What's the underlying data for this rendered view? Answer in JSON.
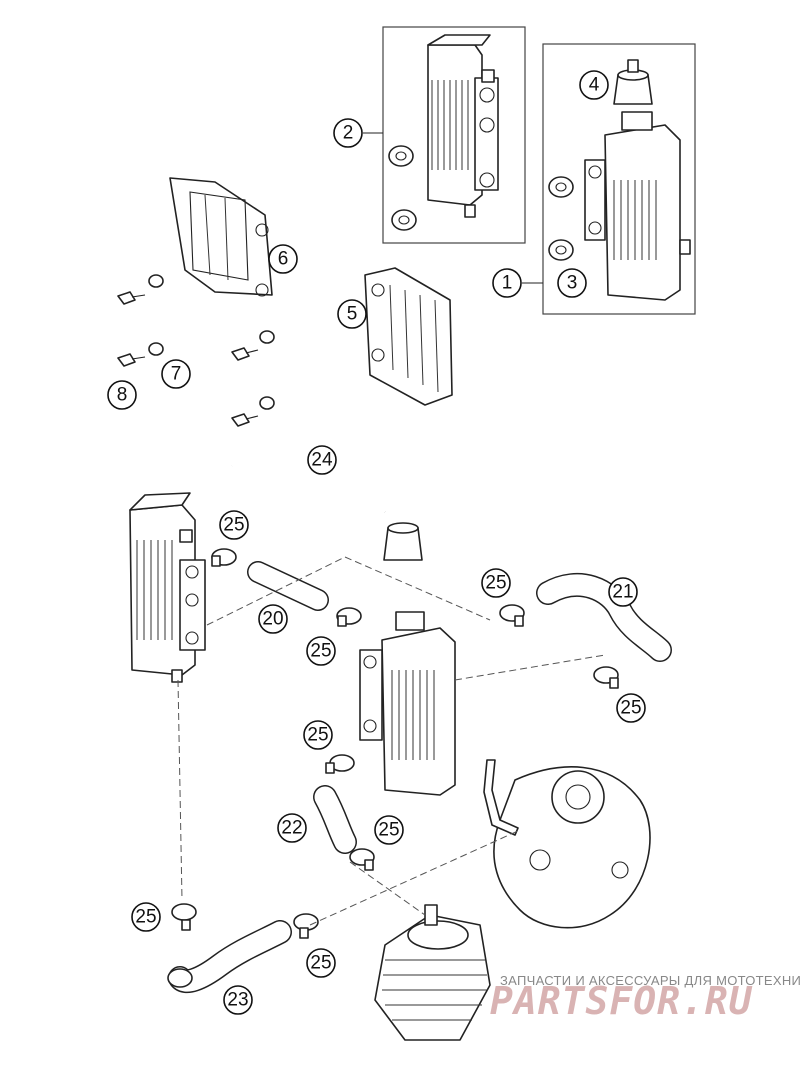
{
  "diagram": {
    "callouts": [
      {
        "id": "c1",
        "text": "1"
      },
      {
        "id": "c2",
        "text": "2"
      },
      {
        "id": "c3",
        "text": "3"
      },
      {
        "id": "c4",
        "text": "4"
      },
      {
        "id": "c5",
        "text": "5"
      },
      {
        "id": "c6",
        "text": "6"
      },
      {
        "id": "c7",
        "text": "7"
      },
      {
        "id": "c8",
        "text": "8"
      },
      {
        "id": "c20",
        "text": "20"
      },
      {
        "id": "c21",
        "text": "21"
      },
      {
        "id": "c22",
        "text": "22"
      },
      {
        "id": "c23",
        "text": "23"
      },
      {
        "id": "c24",
        "text": "24"
      },
      {
        "id": "c25a",
        "text": "25"
      },
      {
        "id": "c25b",
        "text": "25"
      },
      {
        "id": "c25c",
        "text": "25"
      },
      {
        "id": "c25d",
        "text": "25"
      },
      {
        "id": "c25e",
        "text": "25"
      },
      {
        "id": "c25f",
        "text": "25"
      },
      {
        "id": "c25g",
        "text": "25"
      },
      {
        "id": "c25h",
        "text": "25"
      }
    ]
  },
  "watermark": {
    "tagline": "ЗАПЧАСТИ И АКСЕССУАРЫ ДЛЯ МОТОТЕХНИКИ",
    "logo": "PARTSFOR.RU"
  }
}
